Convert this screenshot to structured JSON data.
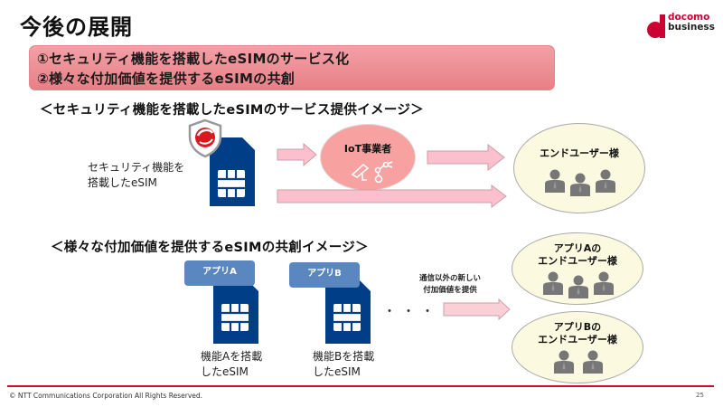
{
  "header": {
    "title": "今後の展開",
    "logo": {
      "line1": "docomo",
      "line2": "business",
      "brand_color": "#cc0033"
    }
  },
  "banner": {
    "lines": [
      "①セキュリティ機能を搭載したeSIMのサービス化",
      "②様々な付加価値を提供するeSIMの共創"
    ],
    "color": "#ec8f96"
  },
  "section1": {
    "heading": "＜セキュリティ機能を搭載したeSIMのサービス提供イメージ＞",
    "sim_label_line1": "セキュリティ機能を",
    "sim_label_line2": "搭載したeSIM",
    "iot_provider": "IoT事業者",
    "end_users": "エンドユーザー様",
    "icons": [
      "shield-icon",
      "sim-card-icon",
      "camera-icon",
      "robot-arm-icon",
      "user-icon"
    ]
  },
  "section2": {
    "heading": "＜様々な付加価値を提供するeSIMの共創イメージ＞",
    "sims": [
      {
        "app": "アプリA",
        "label_line1": "機能Aを搭載",
        "label_line2": "したeSIM"
      },
      {
        "app": "アプリB",
        "label_line1": "機能Bを搭載",
        "label_line2": "したeSIM"
      }
    ],
    "ellipsis": "・・・・",
    "arrow_label_line1": "通信以外の新しい",
    "arrow_label_line2": "付加価値を提供",
    "end_users": [
      {
        "line1": "アプリAの",
        "line2": "エンドユーザー様",
        "count": 3
      },
      {
        "line1": "アプリBの",
        "line2": "エンドユーザー様",
        "count": 2
      }
    ]
  },
  "footer": {
    "copyright": "© NTT Communications Corporation All Rights Reserved.",
    "page": "25",
    "accent": "#c8102e"
  }
}
